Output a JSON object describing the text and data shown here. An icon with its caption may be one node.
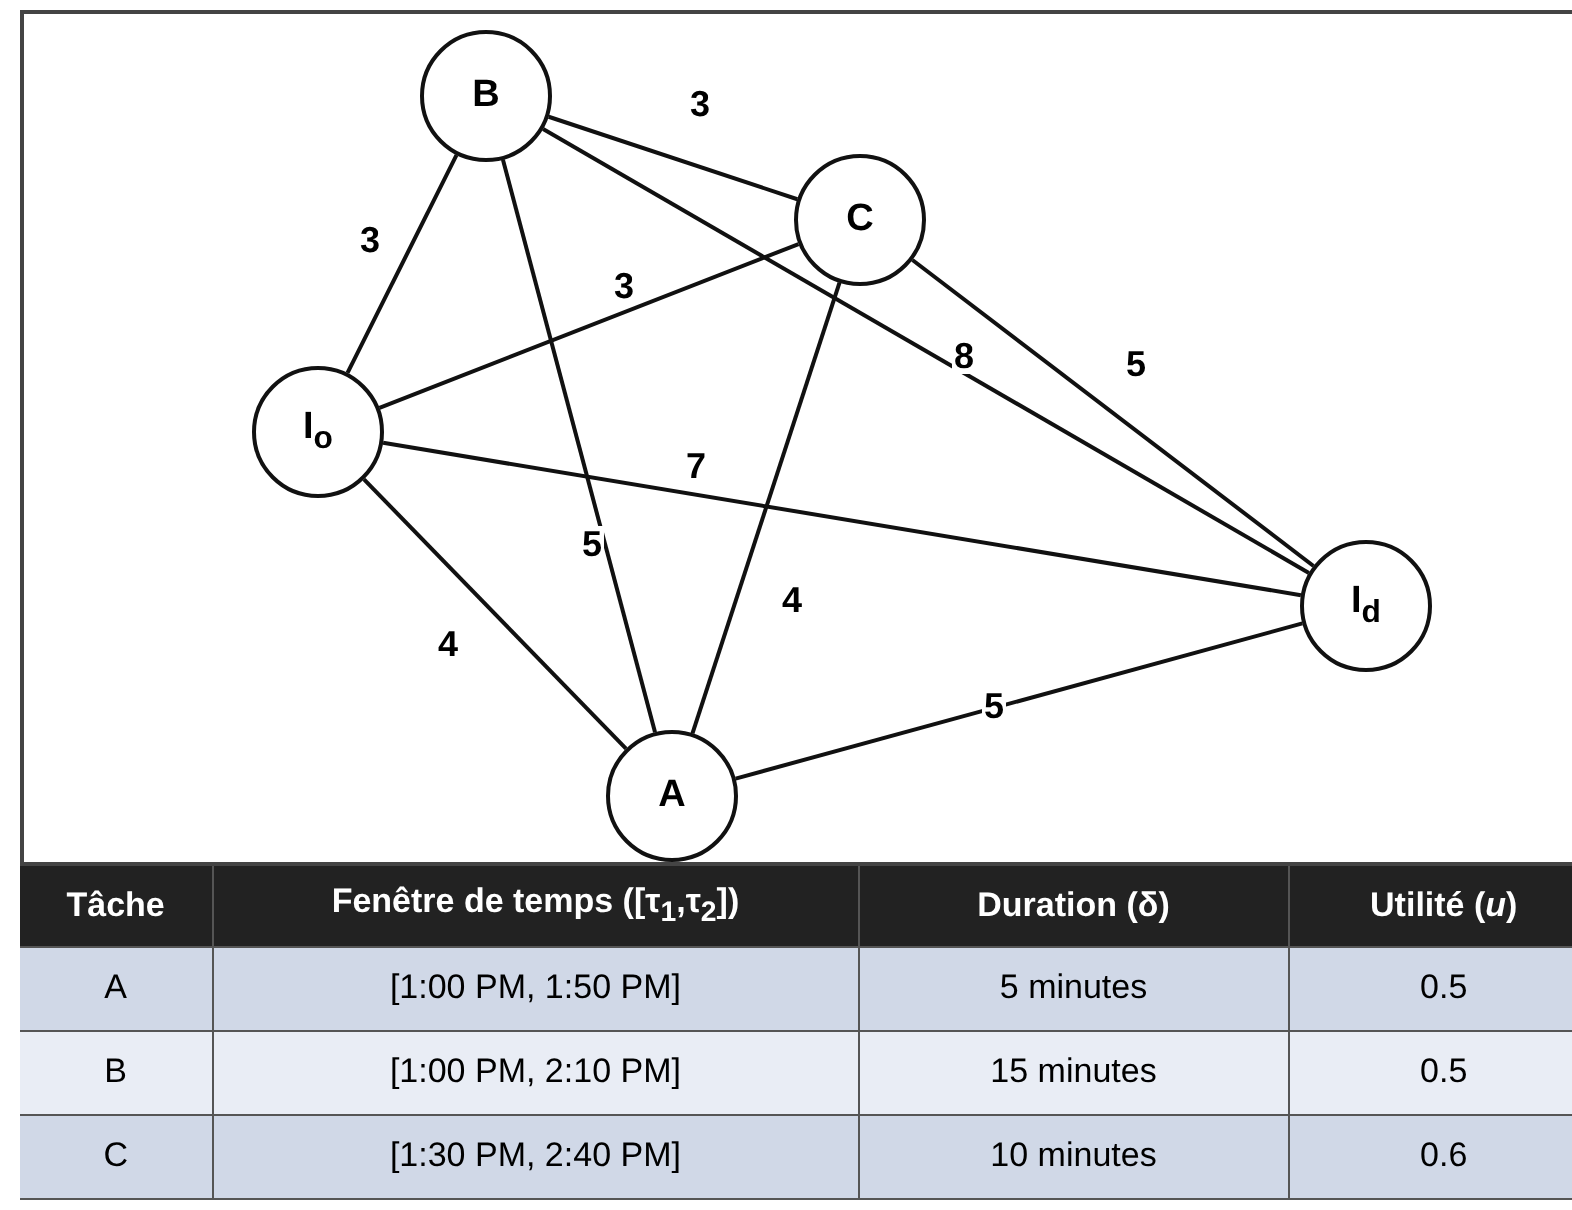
{
  "diagram": {
    "nodes": [
      {
        "text": [
          "B"
        ]
      },
      {
        "text": [
          "C"
        ]
      },
      {
        "text": [
          "I$_{o}$"
        ]
      },
      {
        "text": [
          "I$_{d}$"
        ]
      },
      {
        "text": [
          "A"
        ]
      }
    ],
    "edges": [
      {
        "from": 0,
        "to": 1,
        "arrow": "none",
        "label": "3"
      },
      {
        "from": 0,
        "to": 2,
        "arrow": "none",
        "label": "3"
      },
      {
        "from": 2,
        "to": 1,
        "arrow": "none",
        "label": "3"
      },
      {
        "from": 0,
        "to": 3,
        "arrow": "none",
        "label": "8"
      },
      {
        "from": 1,
        "to": 3,
        "arrow": "none",
        "label": "5"
      },
      {
        "from": 2,
        "to": 3,
        "arrow": "none",
        "label": "7"
      },
      {
        "from": 0,
        "to": 4,
        "arrow": "none",
        "label": "5"
      },
      {
        "from": 1,
        "to": 4,
        "arrow": "none",
        "label": "4"
      },
      {
        "from": 2,
        "to": 4,
        "arrow": "none",
        "label": "4"
      },
      {
        "from": 4,
        "to": 3,
        "arrow": "none",
        "label": "5"
      }
    ],
    "labels": [
      "Tâche",
      "Fenêtre de temps ([τ$_{1}$,τ$_{2}$])",
      "Duration (δ)",
      "Utilité (*u*)",
      "A",
      "[1:00 PM, 1:50 PM]",
      "5 minutes",
      "0.5",
      "B",
      "[1:00 PM, 2:10 PM]",
      "15 minutes",
      "0.5",
      "C",
      "[1:30 PM, 2:40 PM]",
      "10 minutes",
      "0.6"
    ]
  }
}
